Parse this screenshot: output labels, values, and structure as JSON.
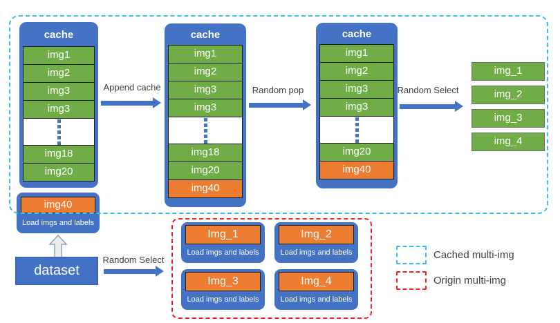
{
  "colors": {
    "box_blue": "#4472C4",
    "img_green": "#70AD47",
    "img_orange": "#ED7D31",
    "cached_boundary_cyan": "#35BCEC",
    "origin_boundary_red": "#F91D1D",
    "label_gray": "#404040"
  },
  "caches": [
    {
      "title": "cache",
      "rows": [
        "img1",
        "img2",
        "img3",
        "img3",
        "img18",
        "img20"
      ]
    },
    {
      "title": "cache",
      "rows": [
        "img1",
        "img2",
        "img3",
        "img3",
        "img18",
        "img20",
        "img40"
      ]
    },
    {
      "title": "cache",
      "rows": [
        "img1",
        "img2",
        "img3",
        "img3",
        "img20",
        "img40"
      ]
    }
  ],
  "arrows": {
    "append_cache": "Append cache",
    "random_pop": "Random pop",
    "random_select_top": "Random Select",
    "random_select_bottom": "Random Select"
  },
  "selected_imgs": [
    "img_1",
    "img_2",
    "img_3",
    "img_4"
  ],
  "cached_loader": {
    "img": "img40",
    "caption": "Load imgs and labels"
  },
  "dataset": {
    "label": "dataset"
  },
  "origin_loaders": [
    {
      "img": "Img_1",
      "caption": "Load imgs and labels"
    },
    {
      "img": "Img_2",
      "caption": "Load imgs and labels"
    },
    {
      "img": "Img_3",
      "caption": "Load imgs and labels"
    },
    {
      "img": "Img_4",
      "caption": "Load imgs and labels"
    }
  ],
  "legend": [
    {
      "label": "Cached multi-img"
    },
    {
      "label": "Origin multi-img"
    }
  ]
}
